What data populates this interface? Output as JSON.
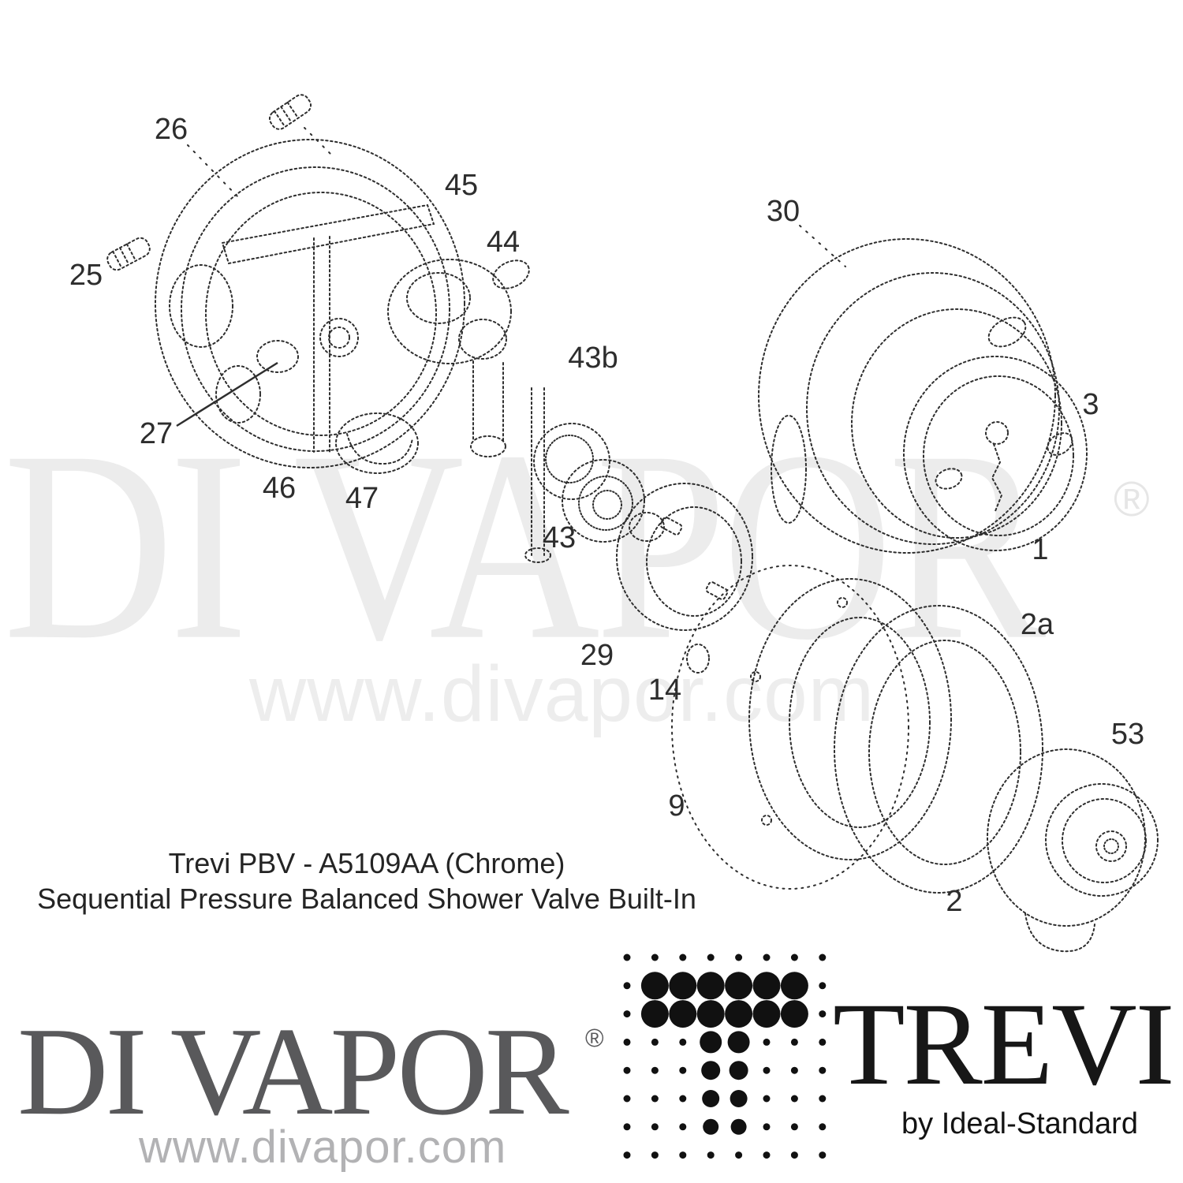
{
  "caption": {
    "line1": "Trevi PBV - A5109AA (Chrome)",
    "line2": "Sequential Pressure Balanced Shower Valve Built-In"
  },
  "watermarks": {
    "divapor_text": "DI VAPOR",
    "registered_symbol": "®",
    "url_text": "www.divapor.com"
  },
  "footer": {
    "divapor": {
      "logo_text": "DI VAPOR",
      "registered": "®",
      "url": "www.divapor.com",
      "logo_color": "#59595b",
      "url_color": "#b2b2b4"
    },
    "trevi": {
      "name": "TREVI",
      "byline": "by Ideal-Standard",
      "dot_color": "#111111",
      "dot_grid": [
        [
          4.5,
          4.5,
          4.5,
          4.5,
          4.5,
          4.5,
          4.5,
          4.5
        ],
        [
          4.5,
          17.5,
          17.5,
          17.5,
          17.5,
          17.5,
          17.5,
          4.5
        ],
        [
          4.5,
          17.5,
          17.5,
          17.5,
          17.5,
          17.5,
          17.5,
          4.5
        ],
        [
          4.5,
          4.5,
          4.5,
          14,
          14,
          4.5,
          4.5,
          4.5
        ],
        [
          4.5,
          4.5,
          4.5,
          12,
          12,
          4.5,
          4.5,
          4.5
        ],
        [
          4.5,
          4.5,
          4.5,
          11,
          11,
          4.5,
          4.5,
          4.5
        ],
        [
          4.5,
          4.5,
          4.5,
          10,
          10,
          4.5,
          4.5,
          4.5
        ],
        [
          4.5,
          4.5,
          4.5,
          4.5,
          4.5,
          4.5,
          4.5,
          4.5
        ]
      ]
    }
  },
  "parts": [
    {
      "num": "26"
    },
    {
      "num": "25"
    },
    {
      "num": "45"
    },
    {
      "num": "44"
    },
    {
      "num": "43b"
    },
    {
      "num": "30"
    },
    {
      "num": "3"
    },
    {
      "num": "1"
    },
    {
      "num": "2a"
    },
    {
      "num": "27"
    },
    {
      "num": "46"
    },
    {
      "num": "47"
    },
    {
      "num": "43"
    },
    {
      "num": "29"
    },
    {
      "num": "14"
    },
    {
      "num": "9"
    },
    {
      "num": "53"
    },
    {
      "num": "2"
    }
  ],
  "colors": {
    "drawing_stroke": "#2e2e2e",
    "label_text": "#2d2d2d",
    "caption_text": "#242424",
    "watermark": "#ececec",
    "background": "#ffffff"
  }
}
